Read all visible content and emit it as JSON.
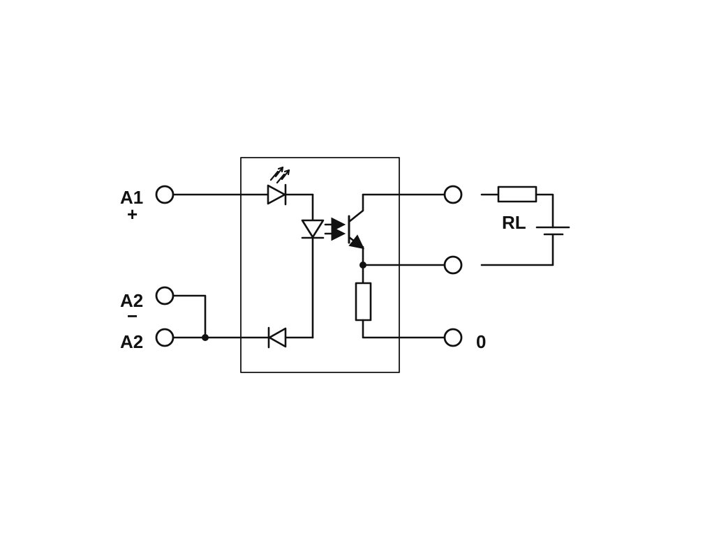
{
  "diagram": {
    "terminals": {
      "a1": {
        "label": "A1",
        "polarity": "+"
      },
      "a2_upper": {
        "label": "A2",
        "polarity": "−"
      },
      "a2_lower": {
        "label": "A2"
      },
      "output_zero": {
        "label": "0"
      }
    },
    "load": {
      "label": "RL"
    },
    "colors": {
      "line": "#111111",
      "background": "#ffffff"
    }
  }
}
